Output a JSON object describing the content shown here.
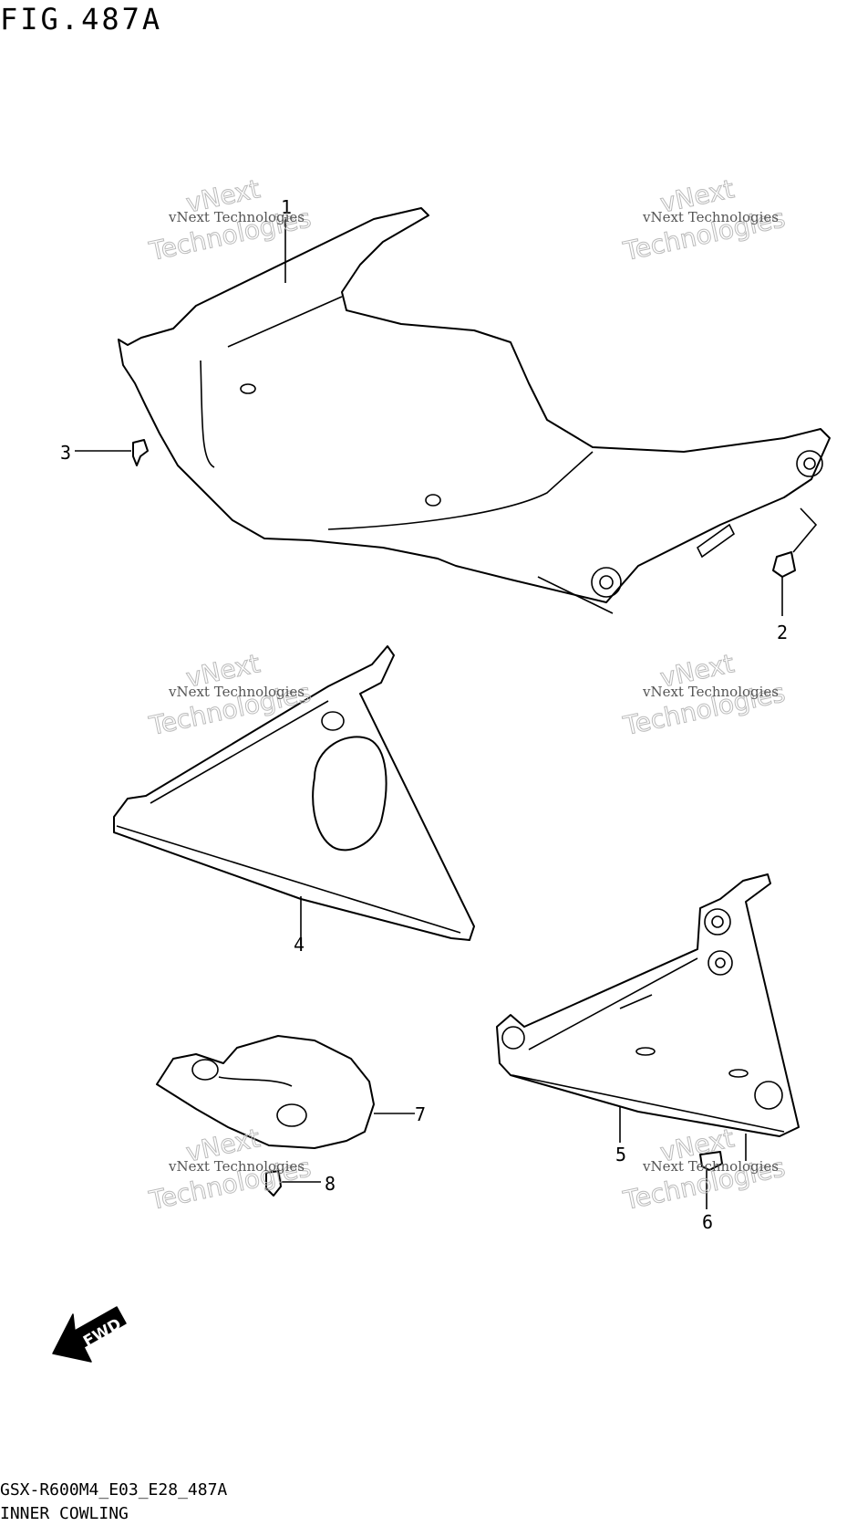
{
  "figure": {
    "title": "FIG.487A",
    "code": "GSX-R600M4_E03_E28_487A",
    "name": "INNER COWLING"
  },
  "callouts": [
    "1",
    "2",
    "3",
    "4",
    "5",
    "6",
    "7",
    "8"
  ],
  "watermark": {
    "line1": "vNext Technologies",
    "line2": "vNext",
    "line3": "Technologies"
  },
  "fwd_badge": {
    "label": "FWD",
    "icon": "fwd-arrow-icon"
  }
}
